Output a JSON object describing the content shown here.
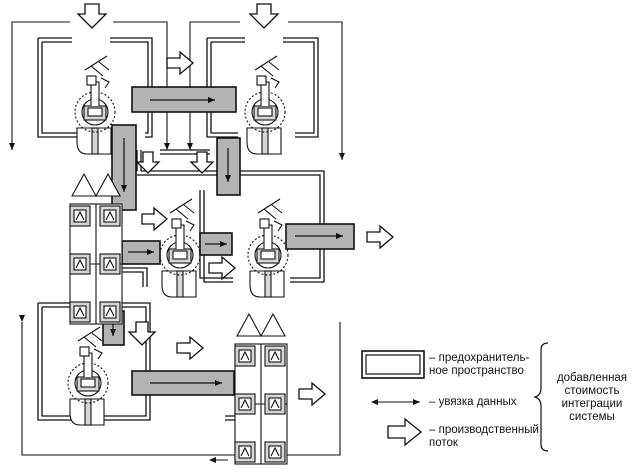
{
  "legend": {
    "buffer_label": "– предохранитель-\nное пространство",
    "data_link_label": "– увязка данных",
    "flow_label": "– производственный\nпоток"
  },
  "summary": {
    "label": "добавленная\nстоимость\nинтеграции\nсистемы"
  },
  "colors": {
    "stroke": "#111111",
    "buffer_fill": "#b3b3b3",
    "arrow_fill": "#ffffff",
    "machine_fill": "#d6d6d6"
  }
}
